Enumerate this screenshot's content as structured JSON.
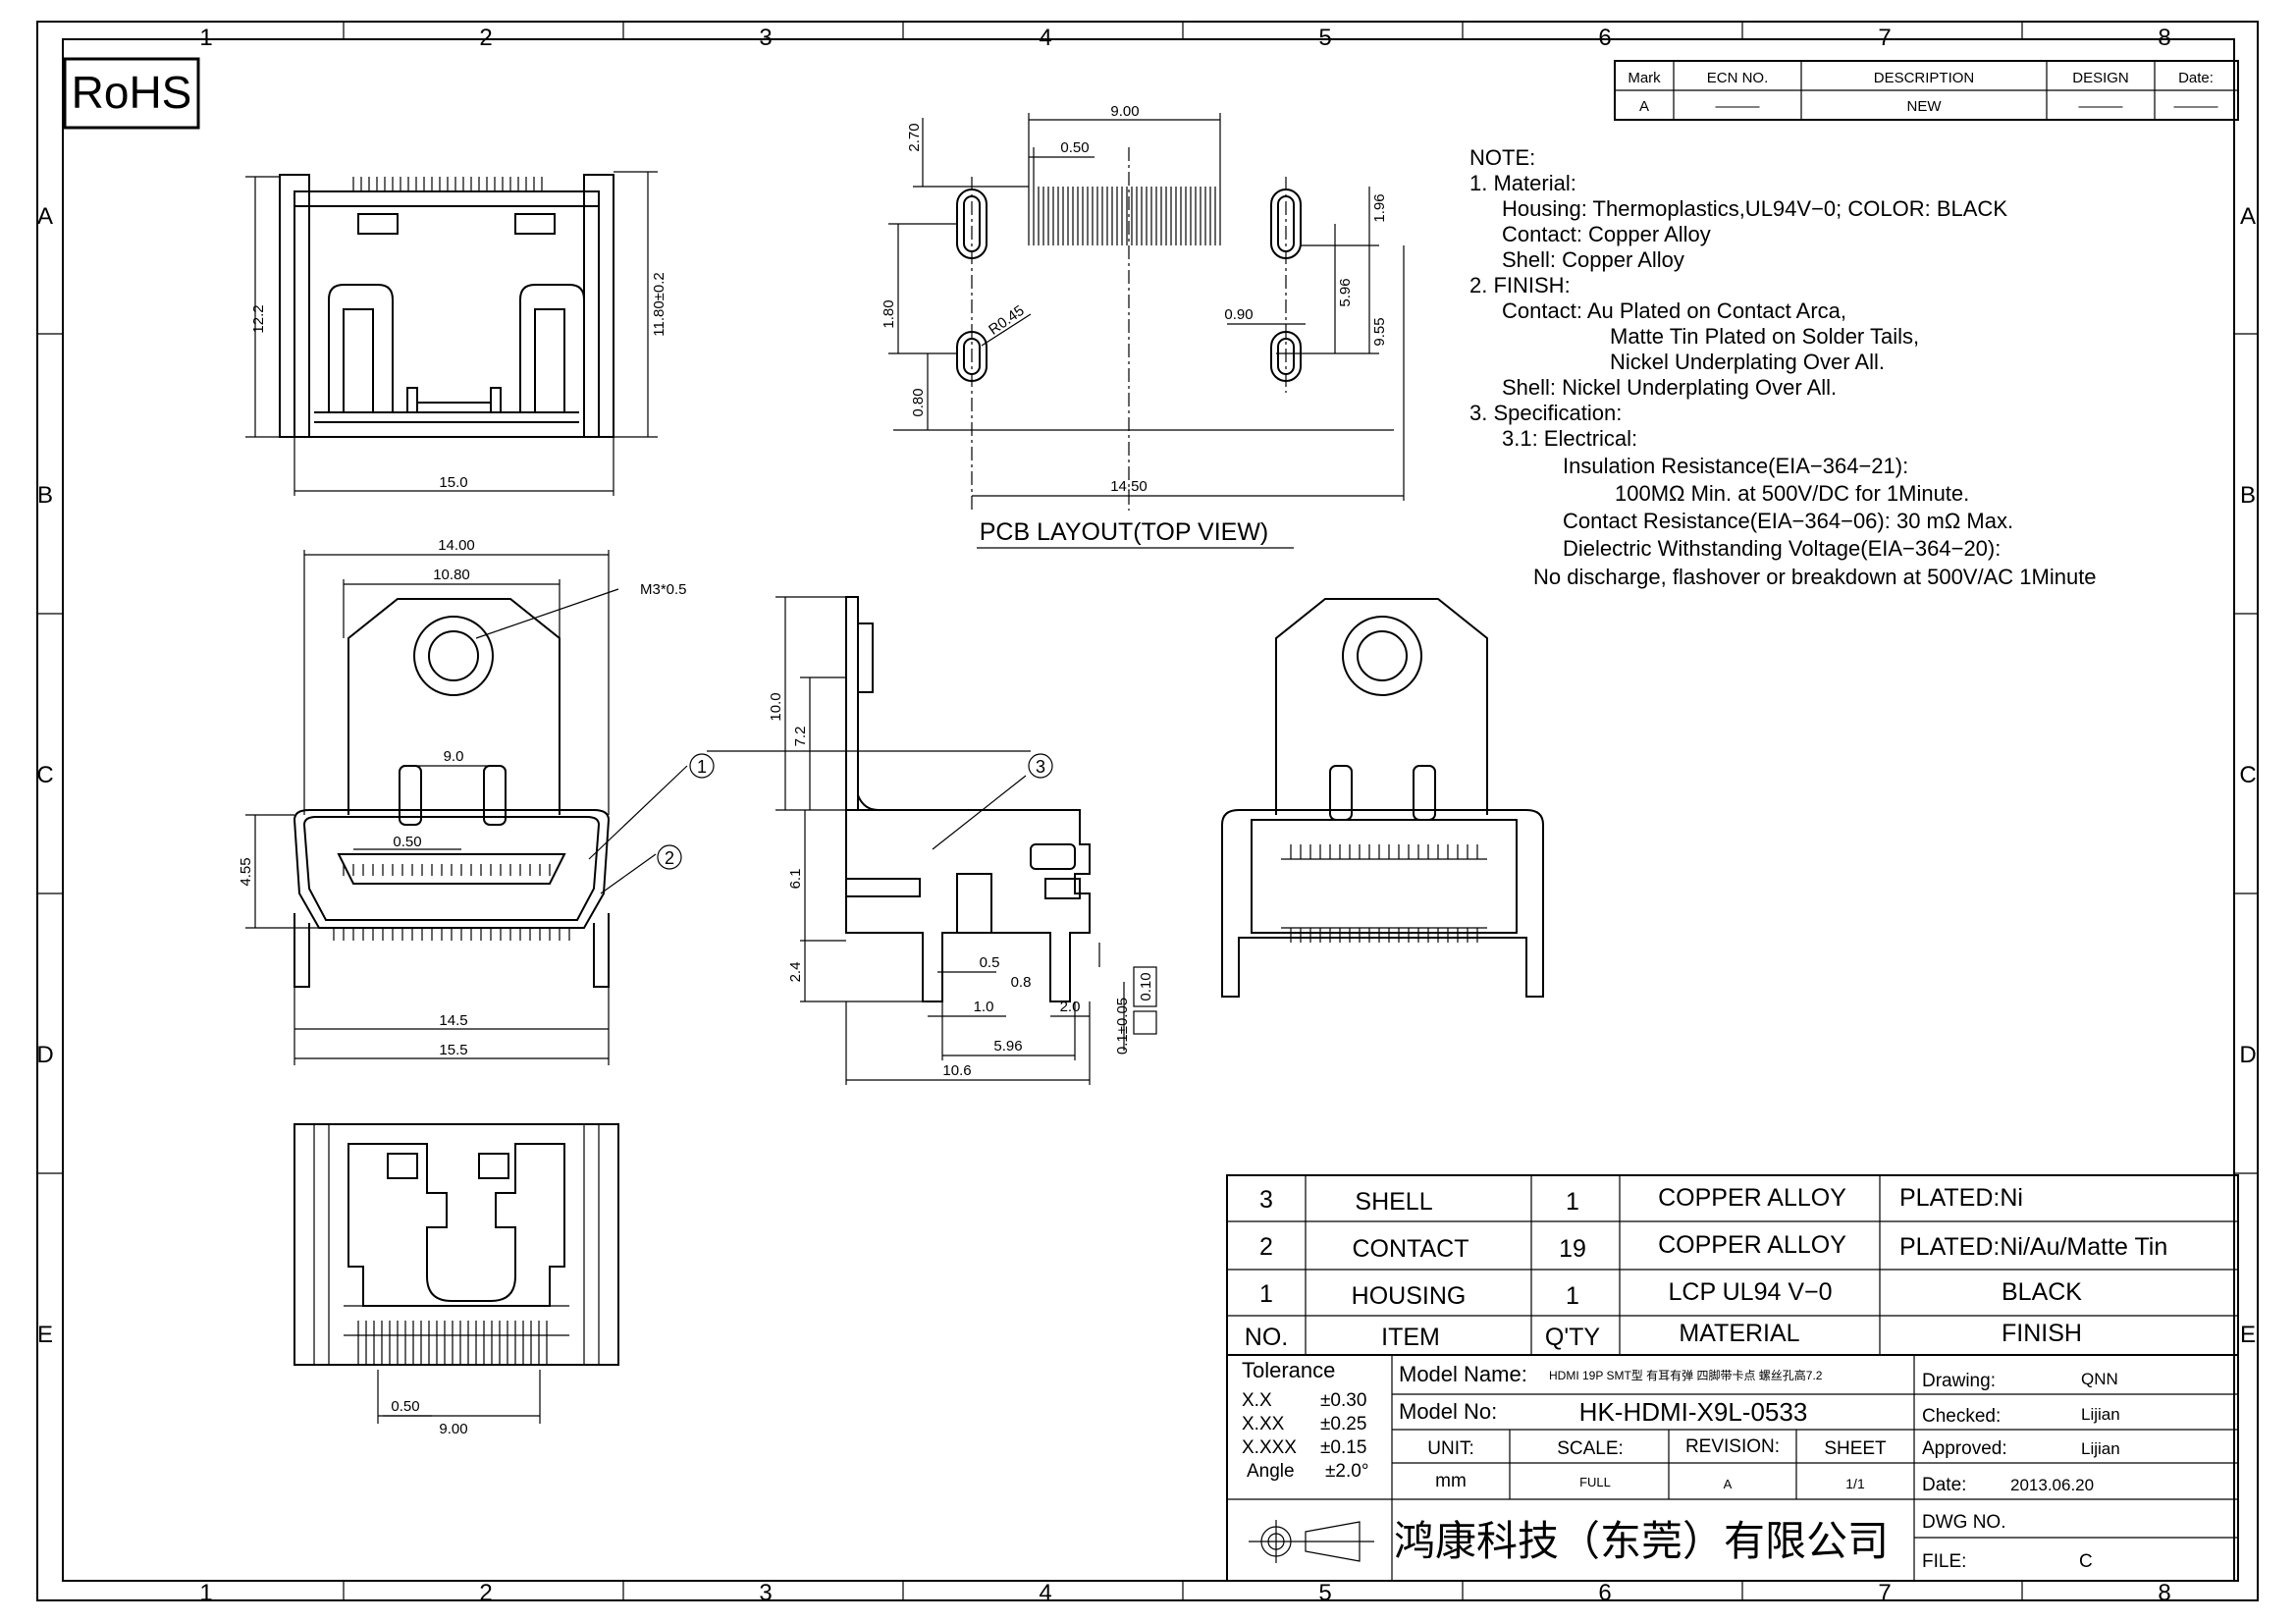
{
  "badge": "RoHS",
  "frame": {
    "columns": [
      "1",
      "2",
      "3",
      "4",
      "5",
      "6",
      "7",
      "8"
    ],
    "rows": [
      "A",
      "B",
      "C",
      "D",
      "E"
    ]
  },
  "revision": {
    "headers": [
      "Mark",
      "ECN NO.",
      "DESCRIPTION",
      "DESIGN",
      "Date:"
    ],
    "row": [
      "A",
      "———",
      "NEW",
      "———",
      "———"
    ]
  },
  "views": {
    "pcb_title": "PCB LAYOUT(TOP VIEW)",
    "balloons": [
      "1",
      "2",
      "3"
    ]
  },
  "dims": {
    "top_view": [
      "12.2",
      "11.80±0.2",
      "15.0"
    ],
    "pcb": [
      "9.00",
      "0.50",
      "2.70",
      "1.96",
      "1.80",
      "R0.45",
      "0.90",
      "5.96",
      "9.55",
      "0.80",
      "14.50"
    ],
    "front": [
      "14.00",
      "10.80",
      "M3*0.5",
      "9.0",
      "0.50",
      "4.55",
      "14.5",
      "15.5"
    ],
    "side": [
      "10.0",
      "7.2",
      "6.1",
      "2.4",
      "0.5",
      "0.8",
      "1.0",
      "2.0",
      "5.96",
      "10.6",
      "0.10",
      "0.1±0.05"
    ],
    "bottom": [
      "0.50",
      "9.00"
    ]
  },
  "notes": [
    "NOTE:",
    "1. Material:",
    "Housing: Thermoplastics,UL94V−0; COLOR: BLACK",
    "Contact: Copper Alloy",
    "Shell: Copper Alloy",
    "2. FINISH:",
    "Contact: Au Plated on Contact Arca,",
    "Matte Tin Plated on Solder Tails,",
    "Nickel Underplating Over All.",
    "Shell: Nickel Underplating Over All.",
    "3. Specification:",
    "3.1: Electrical:",
    "Insulation Resistance(EIA−364−21):",
    "100MΩ Min. at 500V/DC for 1Minute.",
    "Contact Resistance(EIA−364−06): 30 mΩ Max.",
    "Dielectric Withstanding Voltage(EIA−364−20):",
    "No discharge, flashover or breakdown at 500V/AC 1Minute"
  ],
  "bom": {
    "rows": [
      {
        "no": "3",
        "item": "SHELL",
        "qty": "1",
        "material": "COPPER ALLOY",
        "finish": "PLATED:Ni"
      },
      {
        "no": "2",
        "item": "CONTACT",
        "qty": "19",
        "material": "COPPER ALLOY",
        "finish": "PLATED:Ni/Au/Matte Tin"
      },
      {
        "no": "1",
        "item": "HOUSING",
        "qty": "1",
        "material": "LCP UL94 V−0",
        "finish": "BLACK"
      }
    ],
    "header": {
      "no": "NO.",
      "item": "ITEM",
      "qty": "Q'TY",
      "material": "MATERIAL",
      "finish": "FINISH"
    }
  },
  "title_block": {
    "tolerance_label": "Tolerance",
    "tolerances": [
      [
        "X.X",
        "±0.30"
      ],
      [
        "X.XX",
        "±0.25"
      ],
      [
        "X.XXX",
        "±0.15"
      ],
      [
        "Angle",
        "±2.0°"
      ]
    ],
    "model_name_label": "Model Name:",
    "model_name": "HDMI 19P SMT型 有耳有弹 四脚带卡点 螺丝孔高7.2",
    "model_no_label": "Model No:",
    "model_no": "HK-HDMI-X9L-0533",
    "unit_label": "UNIT:",
    "unit": "mm",
    "scale_label": "SCALE:",
    "scale": "FULL",
    "revision_label": "REVISION:",
    "revision": "A",
    "sheet_label": "SHEET",
    "sheet": "1/1",
    "company": "鸿康科技（东莞）有限公司",
    "drawing_label": "Drawing:",
    "drawing": "QNN",
    "checked_label": "Checked:",
    "checked": "Lijian",
    "approved_label": "Approved:",
    "approved": "Lijian",
    "date_label": "Date:",
    "date": "2013.06.20",
    "dwg_label": "DWG NO.",
    "file_label": "FILE:",
    "file": "C"
  }
}
